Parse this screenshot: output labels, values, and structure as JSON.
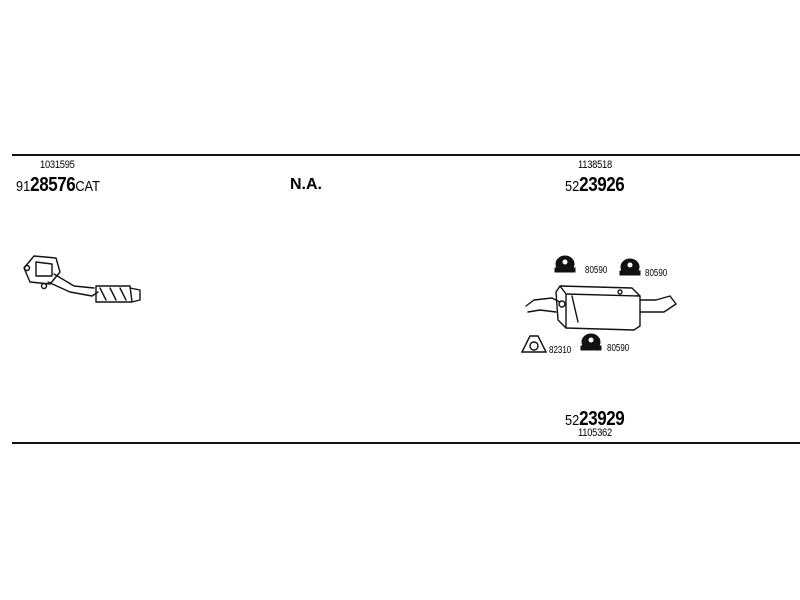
{
  "colors": {
    "ink": "#111111",
    "background": "#ffffff"
  },
  "front_section": {
    "ref_number": "1031595",
    "part_prefix": "91",
    "part_main": "28576",
    "part_suffix": "CAT"
  },
  "middle_section": {
    "status": "N.A."
  },
  "rear_section": {
    "ref_number": "1138518",
    "part_prefix": "52",
    "part_main": "23926",
    "components": [
      {
        "code": "80590",
        "icon": "rubber-hanger-icon"
      },
      {
        "code": "80590",
        "icon": "rubber-hanger-icon"
      },
      {
        "code": "82310",
        "icon": "clamp-icon"
      },
      {
        "code": "80590",
        "icon": "rubber-hanger-icon"
      }
    ]
  },
  "bottom_section": {
    "part_prefix": "52",
    "part_main": "23929",
    "ref_number": "1105362"
  }
}
